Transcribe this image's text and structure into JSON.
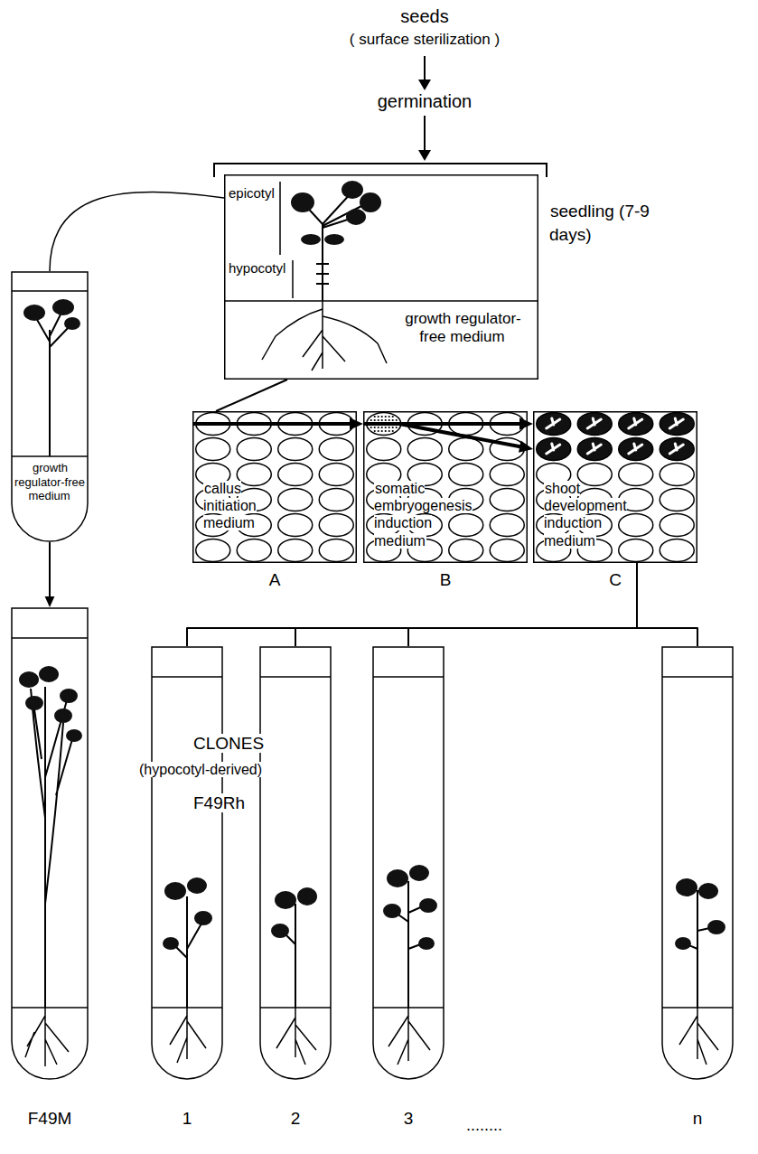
{
  "diagram": {
    "nodes": [
      {
        "text": [
          "seedling (7-9 days)",
          "growth regulator-free medium"
        ]
      },
      {
        "text": [
          "growth regulator-free medium"
        ]
      },
      {
        "text": [
          "callus initiation medium",
          "A"
        ]
      },
      {
        "text": [
          "somatic embryogenesis induction medium",
          "B"
        ]
      },
      {
        "text": [
          "shoot development induction medium",
          "C"
        ]
      },
      {
        "text": [
          "F49M"
        ]
      },
      {
        "text": [
          "1"
        ]
      },
      {
        "text": [
          "2"
        ]
      },
      {
        "text": [
          "3"
        ]
      },
      {
        "text": [
          "n"
        ]
      }
    ],
    "edges": [
      {
        "from": 0,
        "to": 1,
        "arrow": "none"
      },
      {
        "from": 0,
        "to": 2,
        "arrow": "none"
      },
      {
        "from": 2,
        "to": 3,
        "arrow": "to"
      },
      {
        "from": 3,
        "to": 4,
        "arrow": "to"
      },
      {
        "from": 1,
        "to": 5,
        "arrow": "to"
      },
      {
        "from": 4,
        "to": 6,
        "arrow": "none"
      },
      {
        "from": 4,
        "to": 7,
        "arrow": "none"
      },
      {
        "from": 4,
        "to": 8,
        "arrow": "none"
      },
      {
        "from": 4,
        "to": 9,
        "arrow": "none"
      }
    ],
    "labels": [
      "seeds",
      "( surface sterilization )",
      "germination",
      "epicotyl",
      "hypocotyl",
      "CLONES",
      "(hypocotyl-derived)",
      "F49Rh",
      "........"
    ]
  }
}
